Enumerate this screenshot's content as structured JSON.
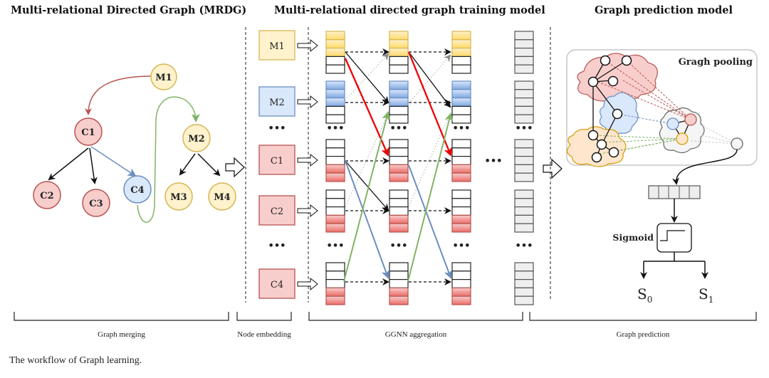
{
  "titles": {
    "mrdg": "Multi-relational Directed Graph (MRDG)",
    "training": "Multi-relational directed graph training model",
    "prediction": "Graph prediction model"
  },
  "mrdg_nodes": [
    {
      "id": "M1",
      "label": "M1",
      "color": "yellow"
    },
    {
      "id": "C1",
      "label": "C1",
      "color": "red"
    },
    {
      "id": "M2",
      "label": "M2",
      "color": "yellow"
    },
    {
      "id": "C2",
      "label": "C2",
      "color": "red"
    },
    {
      "id": "C3",
      "label": "C3",
      "color": "red"
    },
    {
      "id": "C4",
      "label": "C4",
      "color": "blue"
    },
    {
      "id": "M3",
      "label": "M3",
      "color": "yellow"
    },
    {
      "id": "M4",
      "label": "M4",
      "color": "yellow"
    }
  ],
  "mrdg_edges": [
    {
      "from": "M1",
      "to": "C1",
      "color": "red"
    },
    {
      "from": "C1",
      "to": "C2",
      "color": "black"
    },
    {
      "from": "C1",
      "to": "C3",
      "color": "black"
    },
    {
      "from": "C1",
      "to": "C4",
      "color": "blue"
    },
    {
      "from": "C4",
      "to": "M2",
      "color": "green"
    },
    {
      "from": "M2",
      "to": "M3",
      "color": "black"
    },
    {
      "from": "M2",
      "to": "M4",
      "color": "black"
    }
  ],
  "embedding_nodes": [
    "M1",
    "M2",
    "...",
    "C1",
    "C2",
    "...",
    "C4"
  ],
  "ellipsis": "•••",
  "pooling_label": "Gragh pooling",
  "sigmoid_label": "Sigmoid",
  "outputs": {
    "s0": "S",
    "s0_sub": "0",
    "s1": "S",
    "s1_sub": "1"
  },
  "sections": [
    "Graph merging",
    "Node embedding",
    "GGNN aggregation",
    "Graph prediction"
  ],
  "caption": "The workflow of Graph learning.",
  "colors": {
    "yellow_fill": "#fff2cc",
    "yellow_stroke": "#d6b656",
    "red_fill": "#f8cecc",
    "red_stroke": "#b85450",
    "blue_fill": "#dae8fc",
    "blue_stroke": "#6c8ebf",
    "green": "#82b366",
    "orange_fill": "#ffe6cc",
    "orange_stroke": "#d79b00",
    "gray_fill": "#eeeeee"
  }
}
